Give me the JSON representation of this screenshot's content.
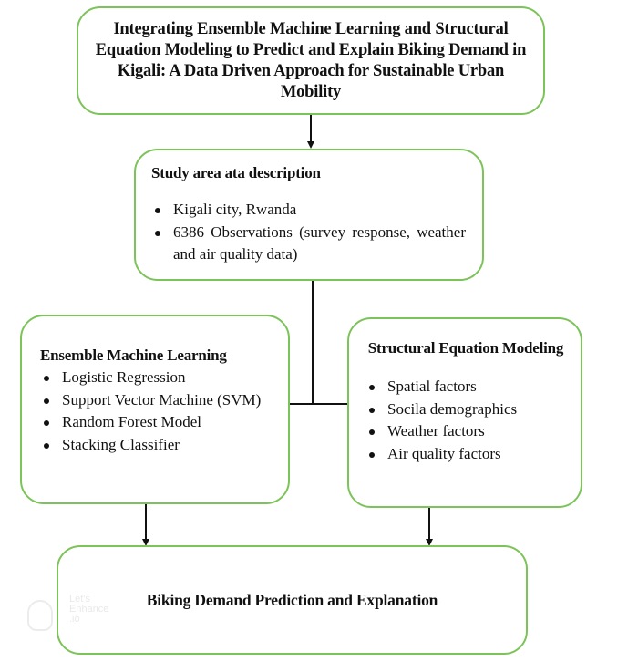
{
  "diagram": {
    "title_box": {
      "text": "Integrating Ensemble Machine Learning and Structural Equation Modeling to Predict and Explain Biking Demand in Kigali: A Data Driven Approach for Sustainable Urban Mobility"
    },
    "study_box": {
      "heading": "Study area ata description",
      "items": [
        "Kigali city, Rwanda",
        "6386 Observations (survey response, weather and air quality data)"
      ]
    },
    "ml_box": {
      "heading": "Ensemble Machine Learning",
      "items": [
        "Logistic Regression",
        "Support Vector Machine (SVM)",
        "Random Forest Model",
        "Stacking Classifier"
      ]
    },
    "sem_box": {
      "heading": "Structural Equation Modeling",
      "items": [
        "Spatial factors",
        "Socila demographics",
        "Weather factors",
        "Air quality factors"
      ]
    },
    "output_box": {
      "text": "Biking Demand Prediction and Explanation"
    },
    "colors": {
      "box_border": "#7cc35a",
      "connector": "#111111",
      "text": "#111111"
    }
  },
  "watermark": {
    "text": "Let's\nEnhance\n.io"
  }
}
